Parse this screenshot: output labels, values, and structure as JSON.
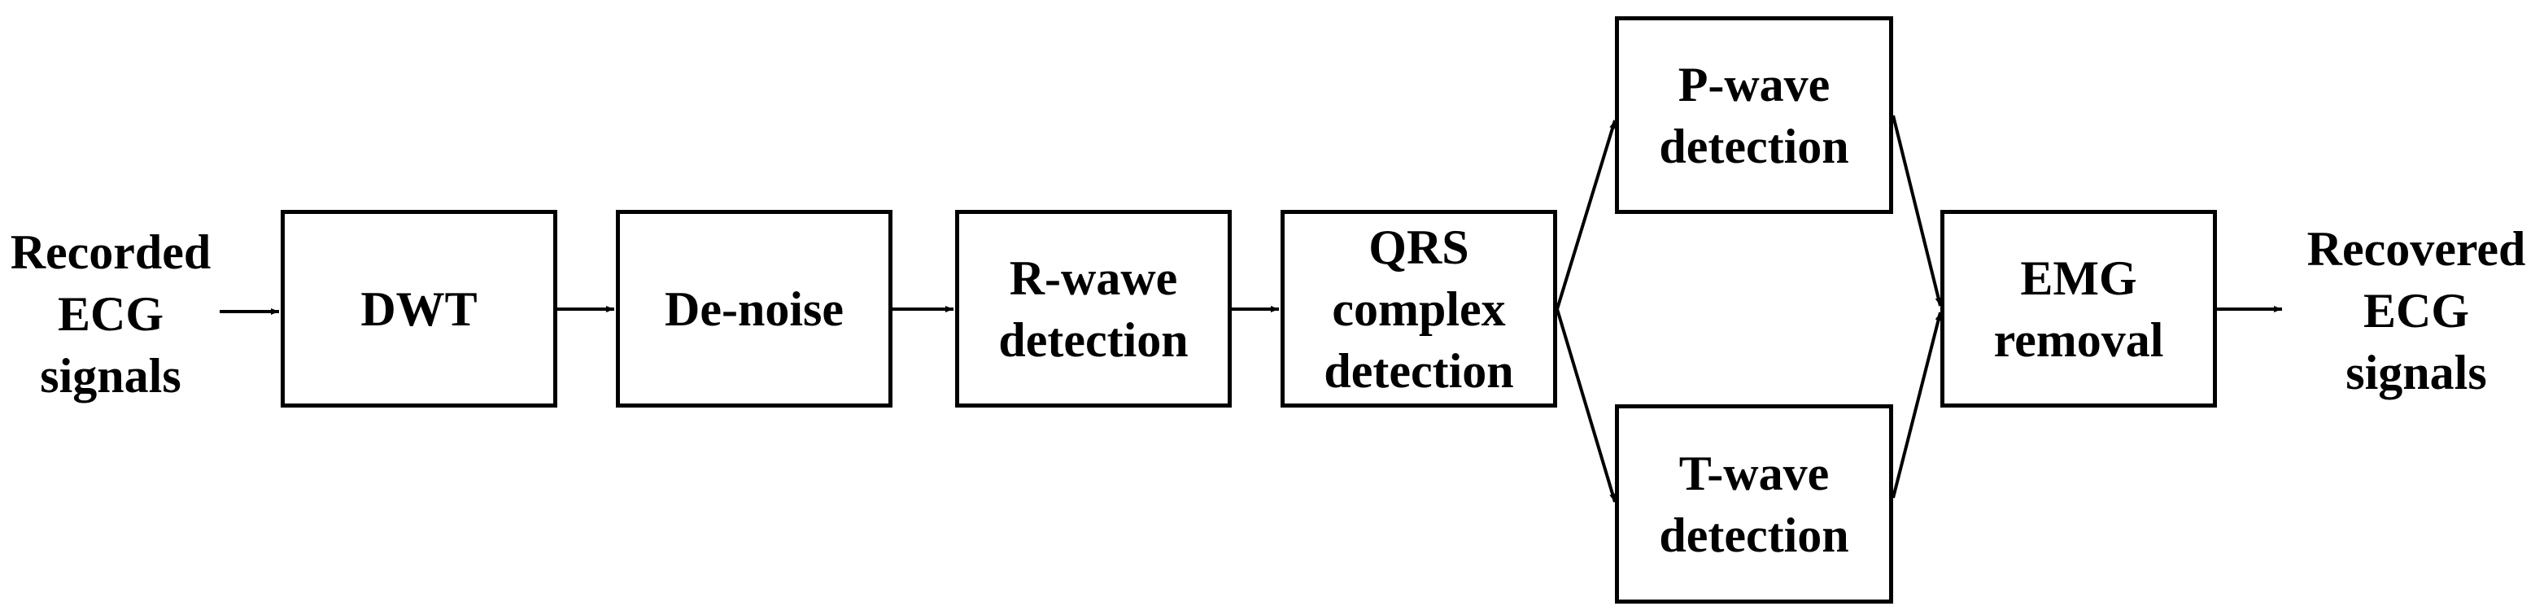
{
  "input_label": [
    "Recorded",
    "ECG",
    "signals"
  ],
  "output_label": [
    "Recovered",
    "ECG",
    "signals"
  ],
  "blocks": {
    "dwt": [
      "DWT"
    ],
    "denoise": [
      "De-noise"
    ],
    "rwave": [
      "R-wawe",
      "detection"
    ],
    "qrs": [
      "QRS",
      "complex",
      "detection"
    ],
    "pwave": [
      "P-wave",
      "detection"
    ],
    "twave": [
      "T-wave",
      "detection"
    ],
    "emg": [
      "EMG",
      "removal"
    ]
  },
  "colors": {
    "stroke": "#000000",
    "background": "#ffffff"
  }
}
